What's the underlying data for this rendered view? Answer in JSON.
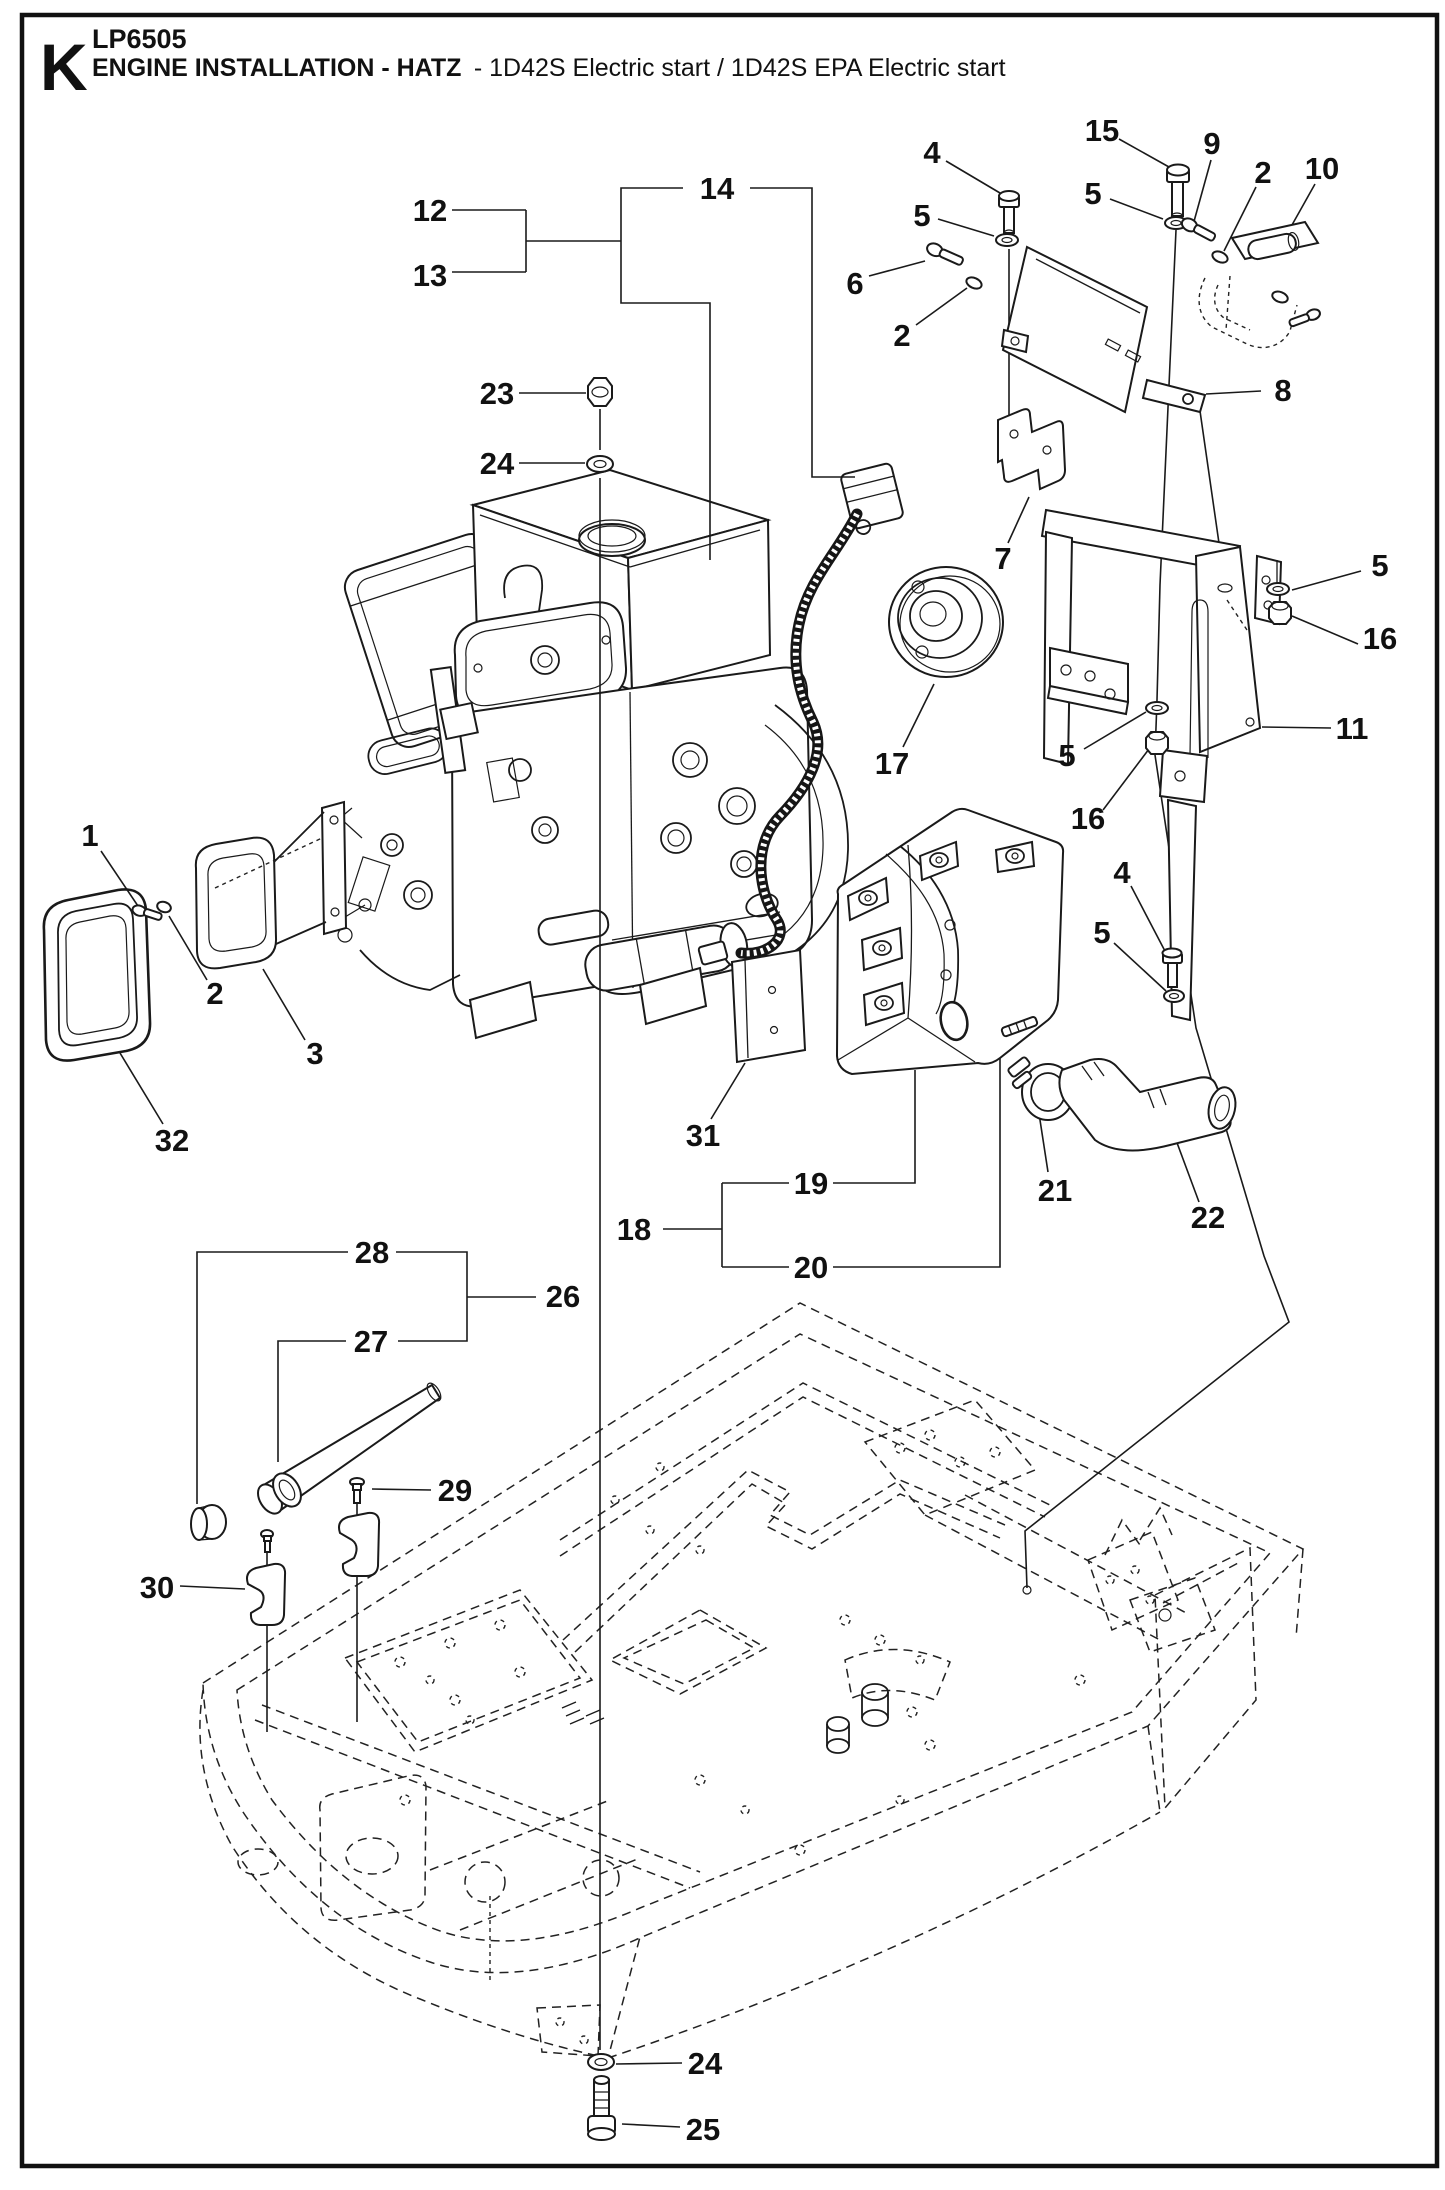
{
  "page": {
    "section_letter": "K",
    "model": "LP6505",
    "title": "ENGINE INSTALLATION - HATZ",
    "subtitle": "- 1D42S Electric start / 1D42S EPA Electric start"
  },
  "callouts": [
    {
      "label": "1"
    },
    {
      "label": "2"
    },
    {
      "label": "3"
    },
    {
      "label": "32"
    },
    {
      "label": "12"
    },
    {
      "label": "13"
    },
    {
      "label": "14"
    },
    {
      "label": "23"
    },
    {
      "label": "24"
    },
    {
      "label": "6"
    },
    {
      "label": "2"
    },
    {
      "label": "4"
    },
    {
      "label": "5"
    },
    {
      "label": "5"
    },
    {
      "label": "15"
    },
    {
      "label": "9"
    },
    {
      "label": "2"
    },
    {
      "label": "10"
    },
    {
      "label": "8"
    },
    {
      "label": "7"
    },
    {
      "label": "5"
    },
    {
      "label": "16"
    },
    {
      "label": "11"
    },
    {
      "label": "17"
    },
    {
      "label": "5"
    },
    {
      "label": "16"
    },
    {
      "label": "4"
    },
    {
      "label": "5"
    },
    {
      "label": "31"
    },
    {
      "label": "19"
    },
    {
      "label": "18"
    },
    {
      "label": "20"
    },
    {
      "label": "21"
    },
    {
      "label": "22"
    },
    {
      "label": "28"
    },
    {
      "label": "26"
    },
    {
      "label": "27"
    },
    {
      "label": "29"
    },
    {
      "label": "30"
    },
    {
      "label": "24"
    },
    {
      "label": "25"
    }
  ]
}
